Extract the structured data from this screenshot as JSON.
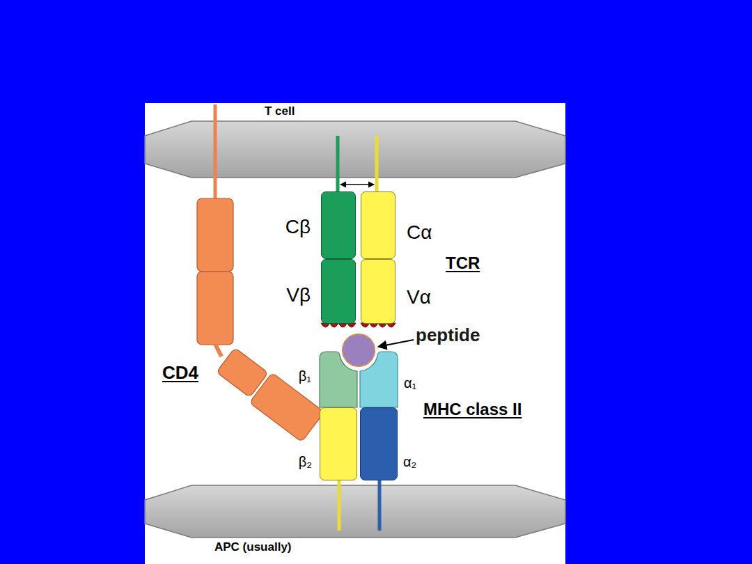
{
  "diagram": {
    "nodes": [
      {
        "text": [
          "Cβ"
        ]
      },
      {
        "text": [
          "Vβ"
        ]
      },
      {
        "text": [
          "Cα"
        ]
      },
      {
        "text": [
          "Vα"
        ]
      },
      {
        "text": [
          "peptide"
        ]
      },
      {
        "text": [
          "β₁"
        ]
      },
      {
        "text": [
          "α₁"
        ]
      },
      {
        "text": [
          "β₂"
        ]
      },
      {
        "text": [
          "α₂"
        ]
      }
    ],
    "labels": [
      "T cell",
      "TCR",
      "CD4",
      "MHC class II",
      "APC (usually)"
    ]
  }
}
